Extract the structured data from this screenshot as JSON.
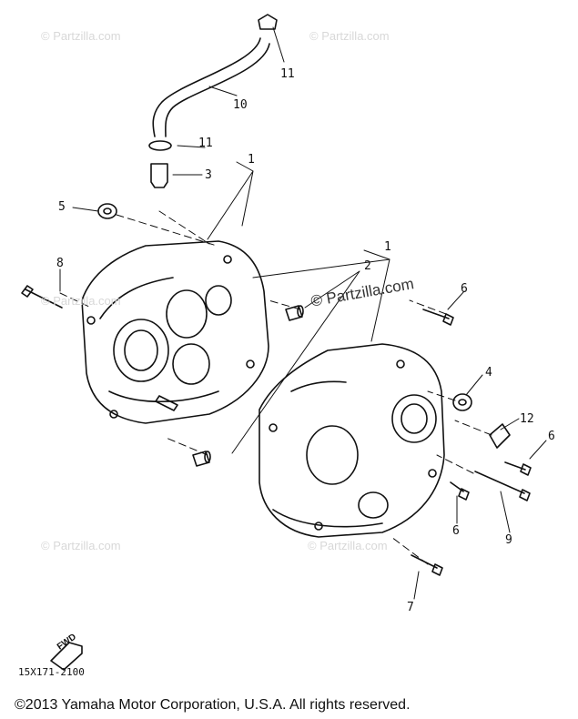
{
  "watermark_small": "© Partzilla.com",
  "watermark_large": "© Partzilla.com",
  "callouts": {
    "c1_top": "1",
    "c1_right": "1",
    "c2": "2",
    "c3": "3",
    "c4": "4",
    "c5": "5",
    "c6_top": "6",
    "c6_right": "6",
    "c6_bottom": "6",
    "c7": "7",
    "c8": "8",
    "c9": "9",
    "c10": "10",
    "c11_top": "11",
    "c11_mid": "11",
    "c12": "12"
  },
  "fwd_label": "FWD",
  "diagram_code": "15X171-2100",
  "copyright": "©2013 Yamaha Motor Corporation, U.S.A. All rights reserved."
}
